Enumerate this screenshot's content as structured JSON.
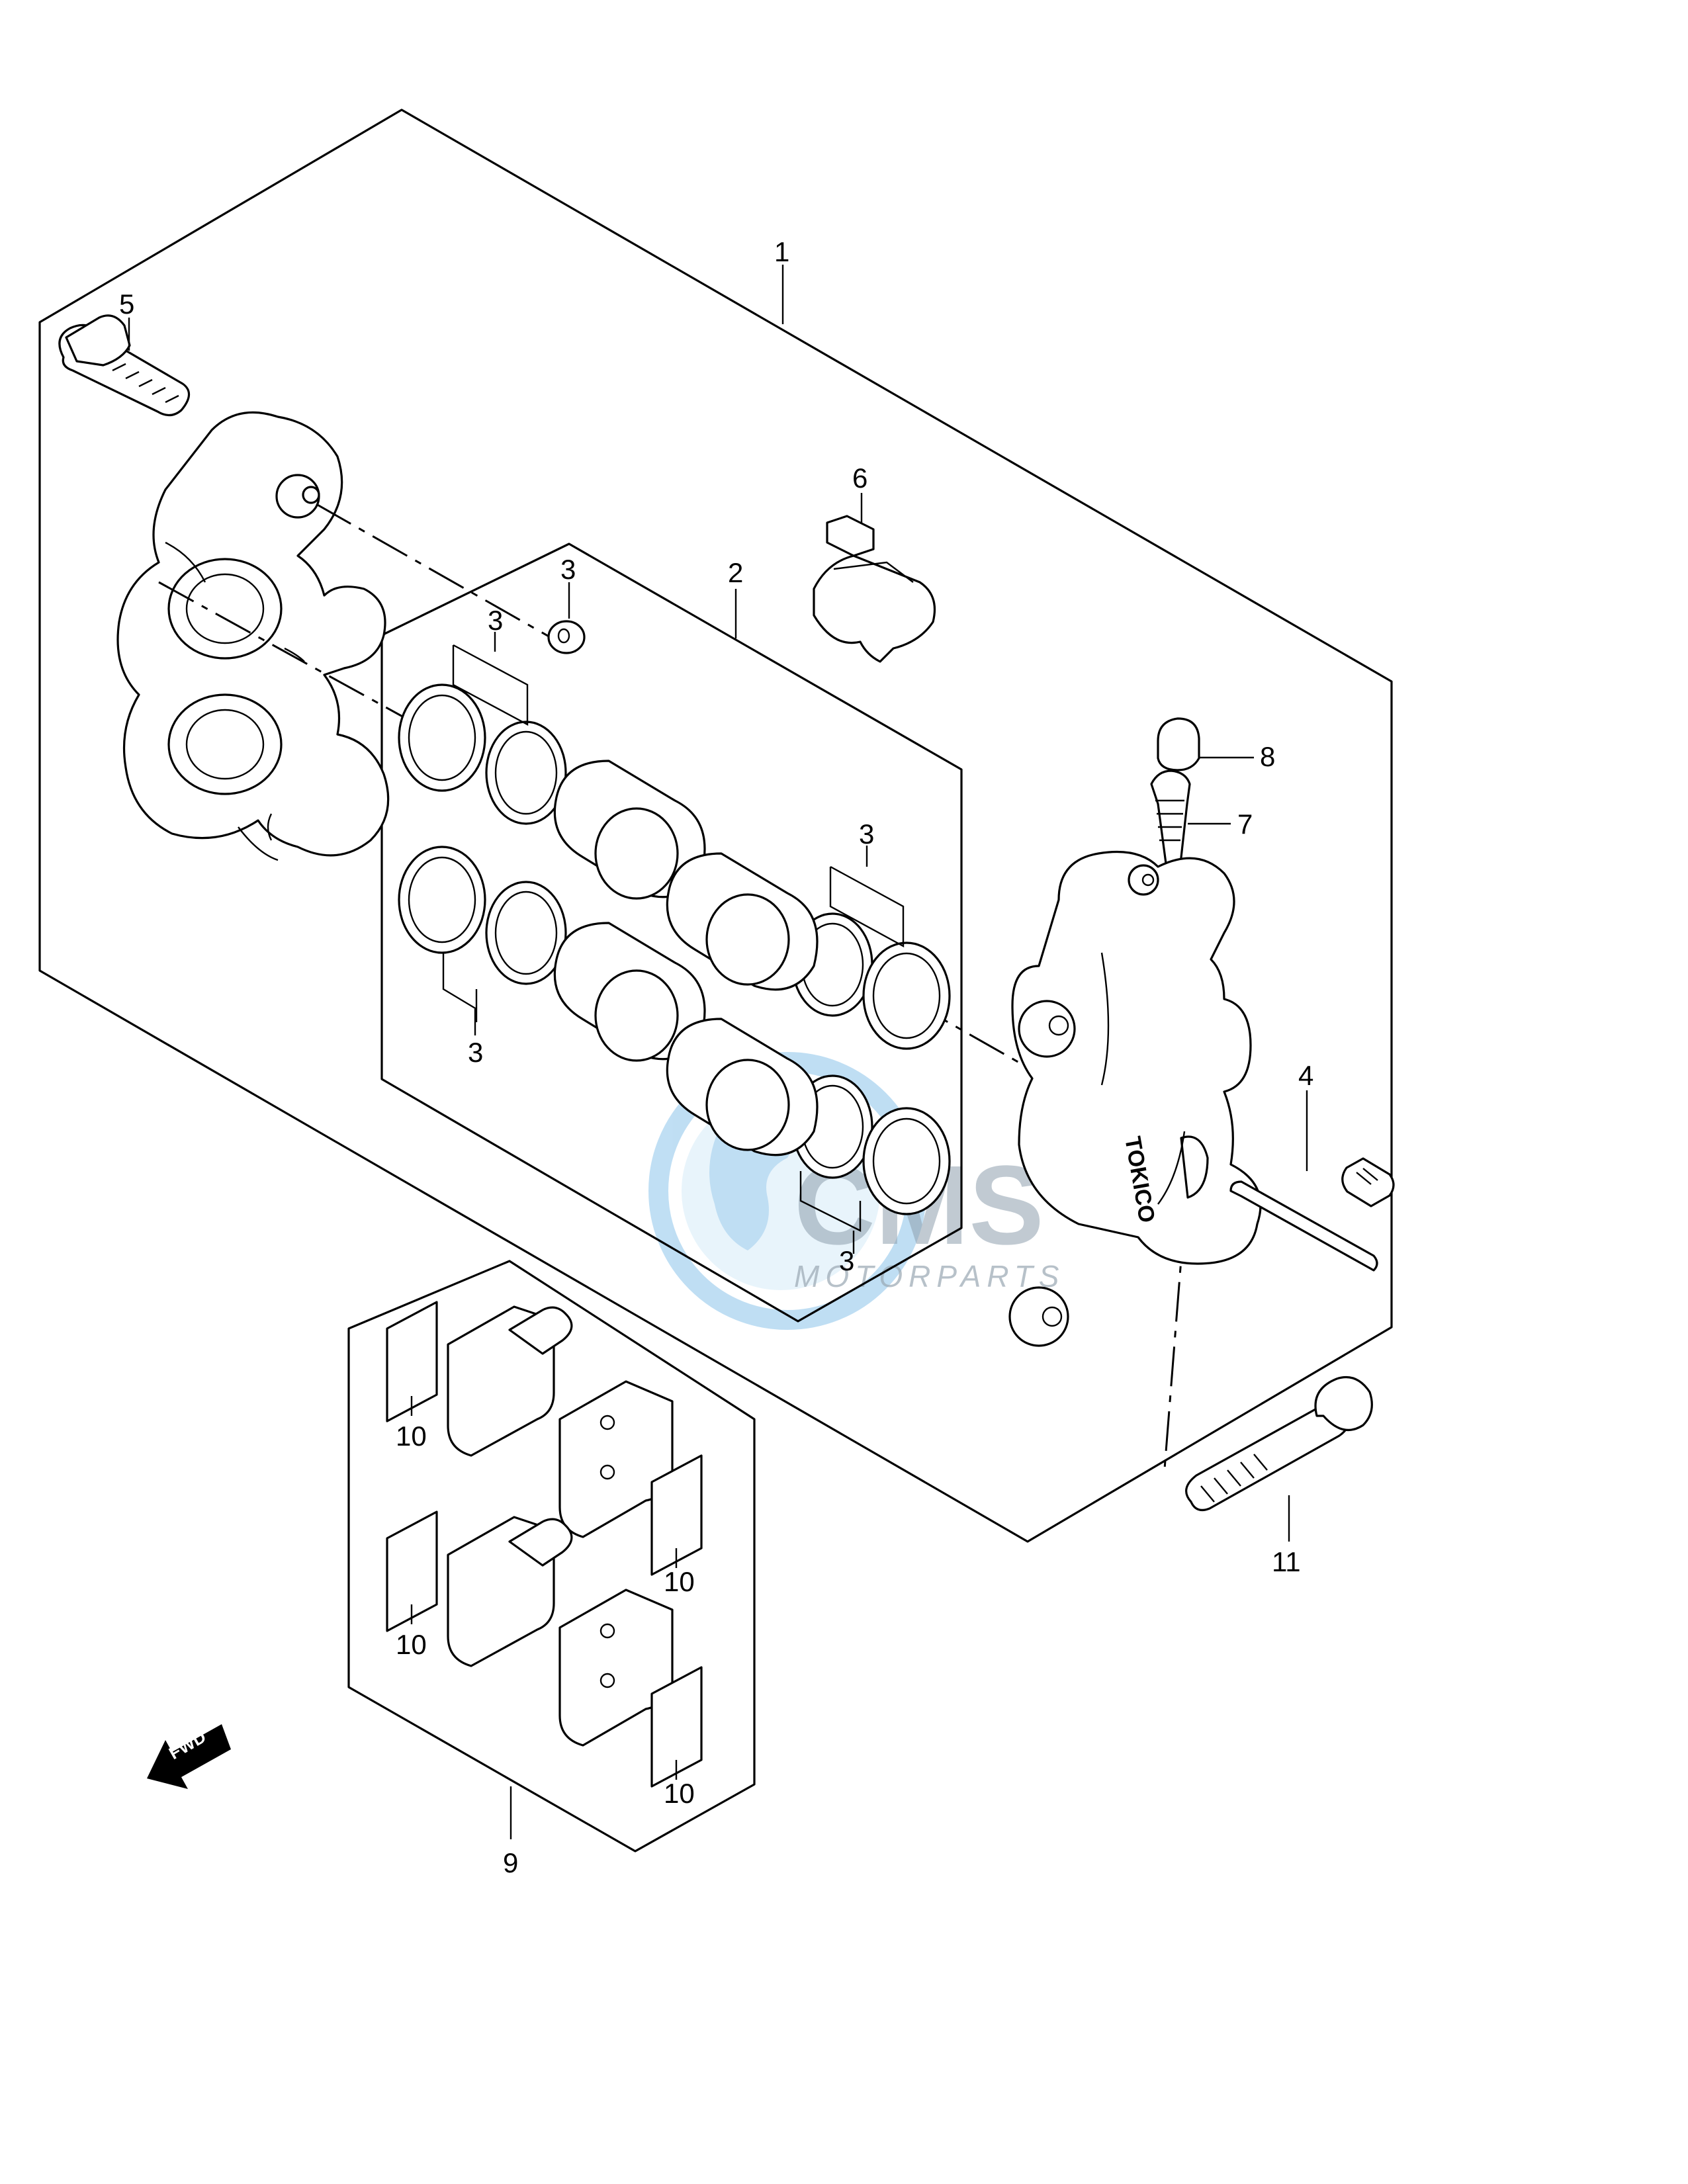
{
  "diagram": {
    "callouts": {
      "c1": "1",
      "c2": "2",
      "c3a": "3",
      "c3b": "3",
      "c3c": "3",
      "c3d": "3",
      "c3e": "3",
      "c4": "4",
      "c5": "5",
      "c6": "6",
      "c7": "7",
      "c8": "8",
      "c9": "9",
      "c10a": "10",
      "c10b": "10",
      "c10c": "10",
      "c10d": "10",
      "c11": "11"
    },
    "caliper_marking": "TOKICO",
    "direction_arrow": "FWD"
  },
  "watermark": {
    "brand": "CMS",
    "subtitle": "MOTORPARTS",
    "colors": {
      "globe": "#4aa3df",
      "text": "#8fa0ae"
    }
  }
}
